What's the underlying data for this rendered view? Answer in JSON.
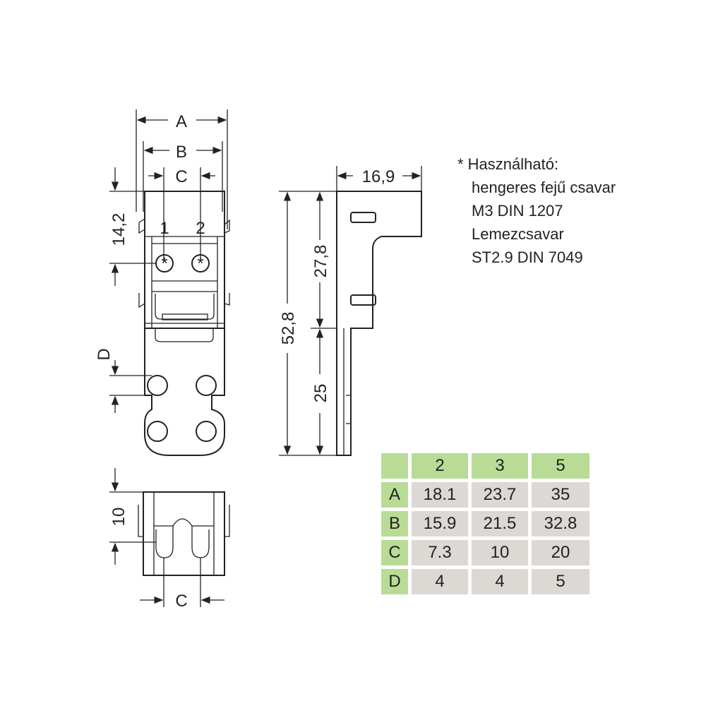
{
  "dimensions": {
    "A": "A",
    "B": "B",
    "C": "C",
    "D": "D",
    "d14_2": "14,2",
    "d16_9": "16,9",
    "d52_8": "52,8",
    "d27_8": "27,8",
    "d25": "25",
    "d10": "10",
    "bottom_C": "C",
    "pole1": "1",
    "pole2": "2",
    "screw_mark": "*"
  },
  "note": {
    "lines": [
      "* Használható:",
      "hengeres fejű csavar",
      "M3 DIN 1207",
      "Lemezcsavar",
      "ST2.9 DIN 7049"
    ]
  },
  "table": {
    "header": [
      "",
      "2",
      "3",
      "5"
    ],
    "rows": [
      {
        "label": "A",
        "values": [
          "18.1",
          "23.7",
          "35"
        ]
      },
      {
        "label": "B",
        "values": [
          "15.9",
          "21.5",
          "32.8"
        ]
      },
      {
        "label": "C",
        "values": [
          "7.3",
          "10",
          "20"
        ]
      },
      {
        "label": "D",
        "values": [
          "4",
          "4",
          "5"
        ]
      }
    ]
  },
  "colors": {
    "header_green": "#b8dc95",
    "cell_gray": "#dcd8d4"
  }
}
